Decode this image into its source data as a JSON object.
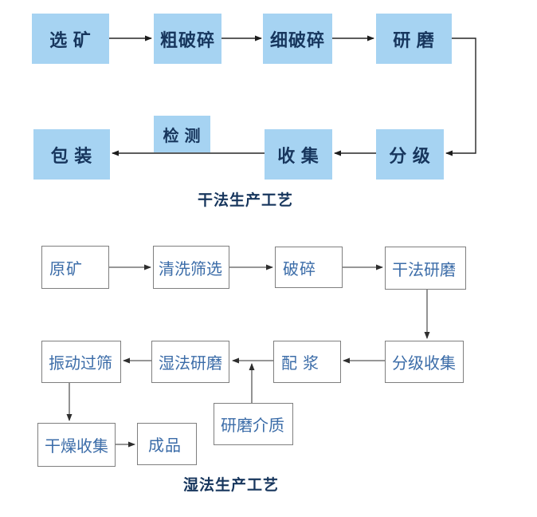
{
  "diagram": {
    "dry_process": {
      "title": "干法生产工艺",
      "node_fill": "#a6d3f2",
      "node_text_color": "#17365d",
      "nodes": [
        {
          "key": "ore-selection",
          "label": "选 矿"
        },
        {
          "key": "coarse-crushing",
          "label": "粗破碎"
        },
        {
          "key": "fine-crushing",
          "label": "细破碎"
        },
        {
          "key": "grinding",
          "label": "研 磨"
        },
        {
          "key": "classification",
          "label": "分 级"
        },
        {
          "key": "collection",
          "label": "收 集"
        },
        {
          "key": "inspection",
          "label": "检 测"
        },
        {
          "key": "packaging",
          "label": "包 装"
        }
      ]
    },
    "wet_process": {
      "title": "湿法生产工艺",
      "node_border_color": "#7f7f7f",
      "node_text_color": "#3b6ca8",
      "nodes": [
        {
          "key": "raw-ore",
          "label": "原矿"
        },
        {
          "key": "washing-screening",
          "label": "清洗筛选"
        },
        {
          "key": "crushing",
          "label": "破碎"
        },
        {
          "key": "dry-grinding",
          "label": "干法研磨"
        },
        {
          "key": "classified-collection",
          "label": "分级收集"
        },
        {
          "key": "slurry-preparation",
          "label": "配 浆"
        },
        {
          "key": "wet-grinding",
          "label": "湿法研磨"
        },
        {
          "key": "vibrating-sieving",
          "label": "振动过筛"
        },
        {
          "key": "grinding-media",
          "label": "研磨介质"
        },
        {
          "key": "drying-collection",
          "label": "干燥收集"
        },
        {
          "key": "finished-product",
          "label": "成品"
        }
      ]
    },
    "title_color": "#17365d",
    "arrow_color": "#2b2b2b"
  }
}
